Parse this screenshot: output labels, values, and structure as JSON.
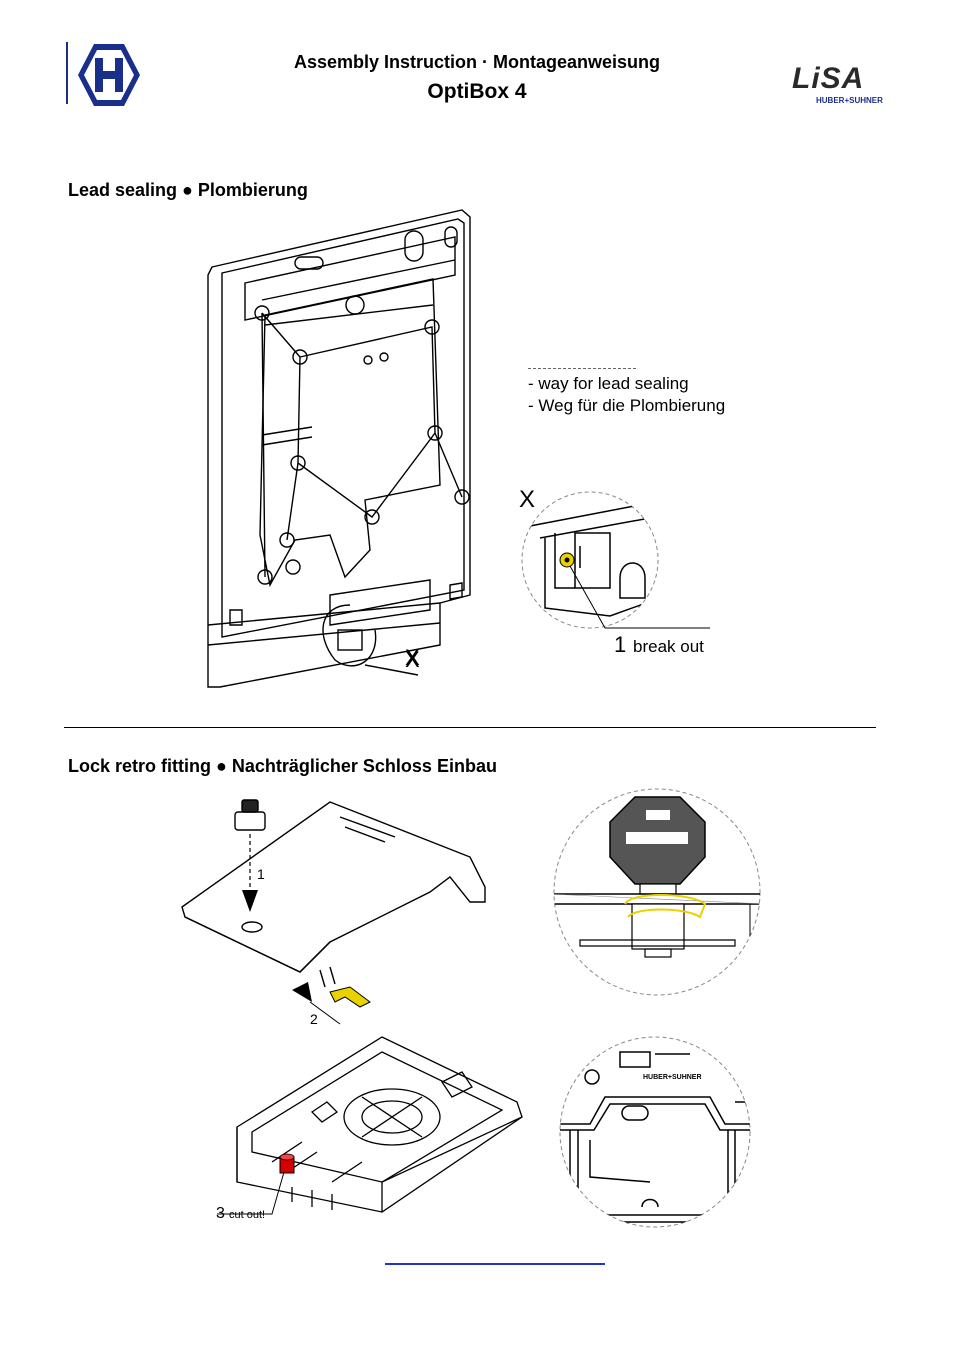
{
  "header": {
    "title_line1": "Assembly Instruction · Montageanweisung",
    "title_line2": "OptiBox 4",
    "logo_right_text": "LiSA",
    "logo_right_sub": "HUBER+SUHNER"
  },
  "lead_sealing": {
    "heading": "Lead sealing ● Plombierung",
    "note_line1": "- way for lead sealing",
    "note_line2": "- Weg für die Plombierung",
    "marker": "X",
    "detail_marker": "X",
    "step_number": "1",
    "step_label": "break out"
  },
  "lock_retro": {
    "heading": "Lock retro fitting ● Nachträglicher Schloss Einbau",
    "step1": "1",
    "step2": "2",
    "step3_number": "3",
    "step3_label": "cut out!",
    "detail_brand": "HUBER+SUHNER"
  },
  "colors": {
    "yellow": "#e8d200",
    "red": "#d40000",
    "link_blue": "#2233cc",
    "logo_blue": "#1a2f8a"
  }
}
